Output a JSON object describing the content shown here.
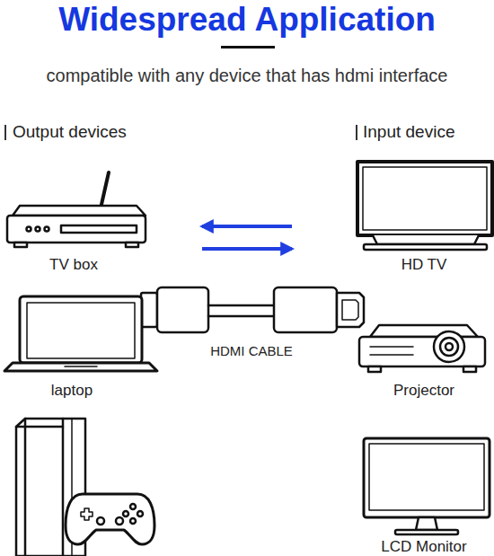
{
  "diagram": {
    "title": "Widespread Application",
    "nodes": [
      {
        "text": [
          "TV box"
        ]
      },
      {
        "text": [
          "HD TV"
        ]
      },
      {
        "text": [
          "laptop"
        ]
      },
      {
        "text": [
          "Projector"
        ]
      },
      {
        "text": [
          "LCD Monitor"
        ]
      }
    ],
    "edges": [
      {
        "from": 1,
        "to": 0,
        "arrow": "to"
      },
      {
        "from": 0,
        "to": 1,
        "arrow": "to"
      }
    ],
    "labels": [
      "compatible with any device that has hdmi interface",
      "Output devices",
      "Input device",
      "HDMI CABLE"
    ]
  }
}
